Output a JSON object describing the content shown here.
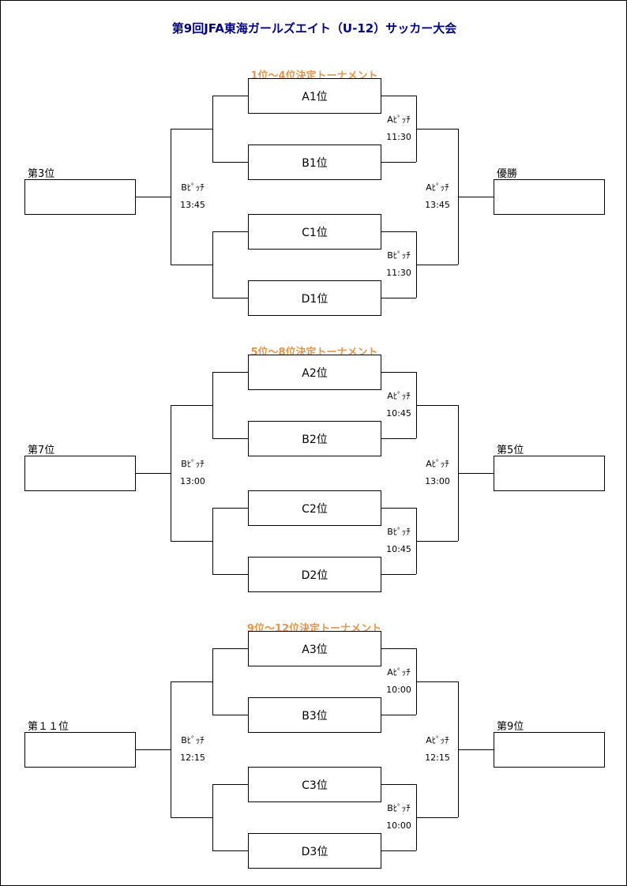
{
  "title": "第9回JFA東海ガールズエイト（U-12）サッカー大会",
  "sections": [
    {
      "title": "1位～4位決定トーナメント",
      "teams": [
        "A1位",
        "B1位",
        "C1位",
        "D1位"
      ],
      "left_label": "第3位",
      "right_label": "優勝",
      "top_match": {
        "pitch": "Aﾋﾟｯﾁ",
        "time": "11:30"
      },
      "bottom_match": {
        "pitch": "Bﾋﾟｯﾁ",
        "time": "11:30"
      },
      "left_match": {
        "pitch": "Bﾋﾟｯﾁ",
        "time": "13:45"
      },
      "right_match": {
        "pitch": "Aﾋﾟｯﾁ",
        "time": "13:45"
      }
    },
    {
      "title": "5位～8位決定トーナメント",
      "teams": [
        "A2位",
        "B2位",
        "C2位",
        "D2位"
      ],
      "left_label": "第7位",
      "right_label": "第5位",
      "top_match": {
        "pitch": "Aﾋﾟｯﾁ",
        "time": "10:45"
      },
      "bottom_match": {
        "pitch": "Bﾋﾟｯﾁ",
        "time": "10:45"
      },
      "left_match": {
        "pitch": "Bﾋﾟｯﾁ",
        "time": "13:00"
      },
      "right_match": {
        "pitch": "Aﾋﾟｯﾁ",
        "time": "13:00"
      }
    },
    {
      "title": "9位～12位決定トーナメント",
      "teams": [
        "A3位",
        "B3位",
        "C3位",
        "D3位"
      ],
      "left_label": "第１１位",
      "right_label": "第9位",
      "top_match": {
        "pitch": "Aﾋﾟｯﾁ",
        "time": "10:00"
      },
      "bottom_match": {
        "pitch": "Bﾋﾟｯﾁ",
        "time": "10:00"
      },
      "left_match": {
        "pitch": "Bﾋﾟｯﾁ",
        "time": "12:15"
      },
      "right_match": {
        "pitch": "Aﾋﾟｯﾁ",
        "time": "12:15"
      }
    }
  ]
}
